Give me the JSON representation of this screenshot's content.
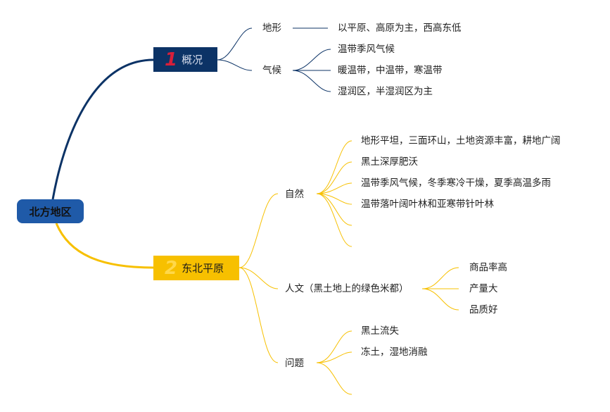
{
  "root": {
    "label": "北方地区"
  },
  "sections": [
    {
      "number": "1",
      "label": "概况",
      "color": "#0c3366",
      "number_color": "#d71f3a",
      "topics": [
        {
          "label": "地形",
          "details": [
            "以平原、高原为主，西高东低"
          ]
        },
        {
          "label": "气候",
          "details": [
            "温带季风气候",
            "暖温带，中温带，寒温带",
            "湿润区，半湿润区为主"
          ]
        }
      ]
    },
    {
      "number": "2",
      "label": "东北平原",
      "color": "#f7c000",
      "number_color": "#ffd84a",
      "topics": [
        {
          "label": "自然",
          "details": [
            "地形平坦，三面环山，土地资源丰富，耕地广阔",
            "黑土深厚肥沃",
            "温带季风气候，冬季寒冷干燥，夏季高温多雨",
            "温带落叶阔叶林和亚寒带针叶林",
            "",
            ""
          ]
        },
        {
          "label": "人文（黑土地上的绿色米都）",
          "details": [
            "商品率高",
            "产量大",
            "品质好"
          ]
        },
        {
          "label": "问题",
          "details": [
            "黑土流失",
            "冻土，湿地消融",
            ""
          ]
        }
      ]
    }
  ]
}
